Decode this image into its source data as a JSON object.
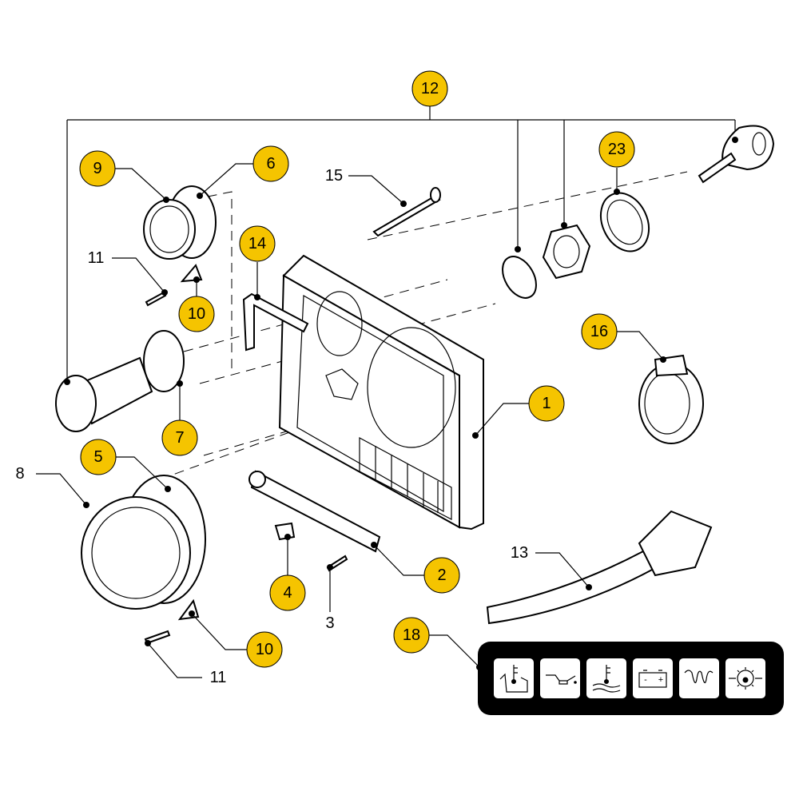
{
  "callouts": {
    "c12": "12",
    "c9": "9",
    "c6": "6",
    "c23": "23",
    "c14": "14",
    "c10a": "10",
    "c16": "16",
    "c1": "1",
    "c7": "7",
    "c5": "5",
    "c4": "4",
    "c2": "2",
    "c10b": "10",
    "c18": "18"
  },
  "labels": {
    "l15": "15",
    "l11a": "11",
    "l8": "8",
    "l3": "3",
    "l13": "13",
    "l11b": "11"
  },
  "warning_panel": {
    "icons": [
      "engine-temperature-icon",
      "oil-pressure-icon",
      "coolant-temperature-icon",
      "battery-charge-icon",
      "glow-plug-icon",
      "air-filter-icon"
    ],
    "battery_minus": "-",
    "battery_plus": "+"
  },
  "colors": {
    "callout": "#f5c400",
    "panel": "#000000"
  }
}
